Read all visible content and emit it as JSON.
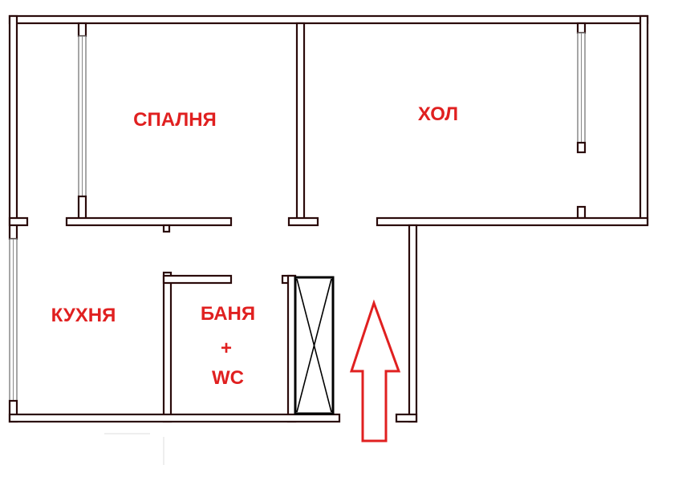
{
  "rooms": {
    "bedroom": "СПАЛНЯ",
    "hall": "ХОЛ",
    "kitchen": "КУХНЯ",
    "bath_line1": "БАНЯ",
    "bath_line2": "+",
    "bath_line3": "WC"
  },
  "colors": {
    "wall": "#2a0a0a",
    "label": "#e02020",
    "arrow": "#e02020"
  }
}
